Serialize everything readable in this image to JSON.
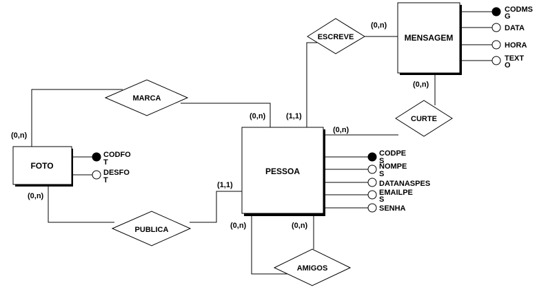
{
  "entities": {
    "foto": "FOTO",
    "pessoa": "PESSOA",
    "mensagem": "MENSAGEM"
  },
  "relationships": {
    "marca": "MARCA",
    "publica": "PUBLICA",
    "escreve": "ESCREVE",
    "curte": "CURTE",
    "amigos": "AMIGOS"
  },
  "attributes": {
    "foto": {
      "codfoto": {
        "line1": "CODFO",
        "line2": "T",
        "key": true
      },
      "desfoto": {
        "line1": "DESFO",
        "line2": "T",
        "key": false
      }
    },
    "pessoa": {
      "codpes": {
        "line1": "CODPE",
        "line2": "S",
        "key": true
      },
      "nomepes": {
        "line1": "NOMPE",
        "line2": "S",
        "key": false
      },
      "datanaspes": {
        "line1": "DATANASPES",
        "line2": "",
        "key": false
      },
      "emailpes": {
        "line1": "EMAILPE",
        "line2": "S",
        "key": false
      },
      "senha": {
        "line1": "SENHA",
        "line2": "",
        "key": false
      }
    },
    "mensagem": {
      "codmsg": {
        "line1": "CODMS",
        "line2": "G",
        "key": true
      },
      "data": {
        "line1": "DATA",
        "line2": "",
        "key": false
      },
      "hora": {
        "line1": "HORA",
        "line2": "",
        "key": false
      },
      "texto": {
        "line1": "TEXT",
        "line2": "O",
        "key": false
      }
    }
  },
  "cardinalities": {
    "foto_marca": "(0,n)",
    "pessoa_marca": "(0,n)",
    "foto_publica": "(0,n)",
    "pessoa_publica": "(1,1)",
    "pessoa_escreve": "(1,1)",
    "mensagem_escreve": "(0,n)",
    "mensagem_curte": "(0,n)",
    "pessoa_curte": "(0,n)",
    "pessoa_amigos_left": "(0,n)",
    "pessoa_amigos_right": "(0,n)"
  },
  "colors": {
    "line": "#000000",
    "background": "#ffffff",
    "key_attribute": "#000000",
    "non_key_attribute": "#ffffff"
  }
}
